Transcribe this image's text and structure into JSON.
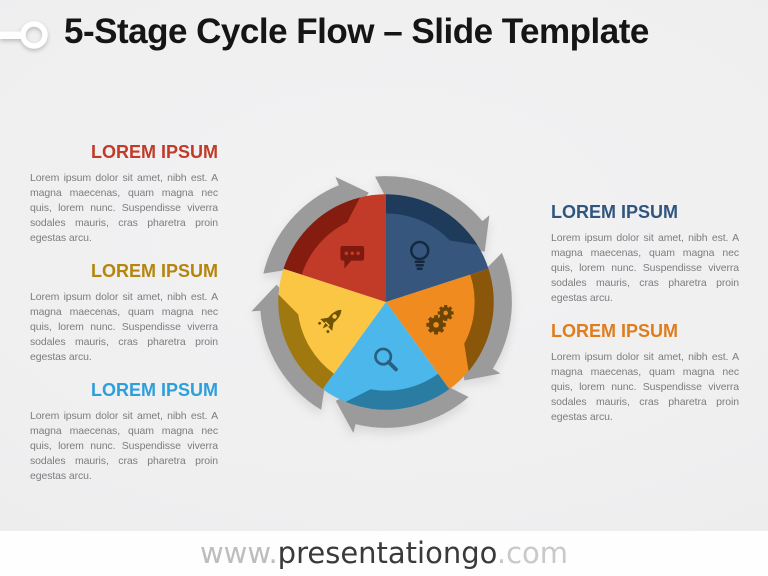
{
  "title": "5-Stage Cycle Flow – Slide Template",
  "footer": {
    "prefix": "www.",
    "brand": "presentationgo",
    "suffix": ".com"
  },
  "body_text": "Lorem ipsum dolor sit amet, nibh est. A magna maecenas, quam magna nec quis, lorem nunc. Suspendisse viverra sodales mauris, cras pharetra proin egestas arcu.",
  "text_blocks": [
    {
      "heading": "LOREM IPSUM",
      "color": "#c23a28",
      "side": "left"
    },
    {
      "heading": "LOREM IPSUM",
      "color": "#b5850c",
      "side": "left"
    },
    {
      "heading": "LOREM IPSUM",
      "color": "#2d9fdb",
      "side": "left"
    },
    {
      "heading": "LOREM IPSUM",
      "color": "#305680",
      "side": "right"
    },
    {
      "heading": "LOREM IPSUM",
      "color": "#de7d1e",
      "side": "right"
    }
  ],
  "diagram": {
    "arrow_color": "#9b9b9b",
    "slices": [
      {
        "icon": "lightbulb-icon",
        "fill": "#36567e",
        "rim": "#1e3b5c",
        "icon_color": "#14293f"
      },
      {
        "icon": "gears-icon",
        "fill": "#ef8b1f",
        "rim": "#8a560a",
        "icon_color": "#6b4506"
      },
      {
        "icon": "search-icon",
        "fill": "#4cb7eb",
        "rim": "#2a7ca3",
        "icon_color": "#295f80"
      },
      {
        "icon": "rocket-icon",
        "fill": "#fbc643",
        "rim": "#9f780f",
        "icon_color": "#6f5403"
      },
      {
        "icon": "comment-icon",
        "fill": "#c23a28",
        "rim": "#841c0f",
        "icon_color": "#7d190e"
      }
    ]
  }
}
